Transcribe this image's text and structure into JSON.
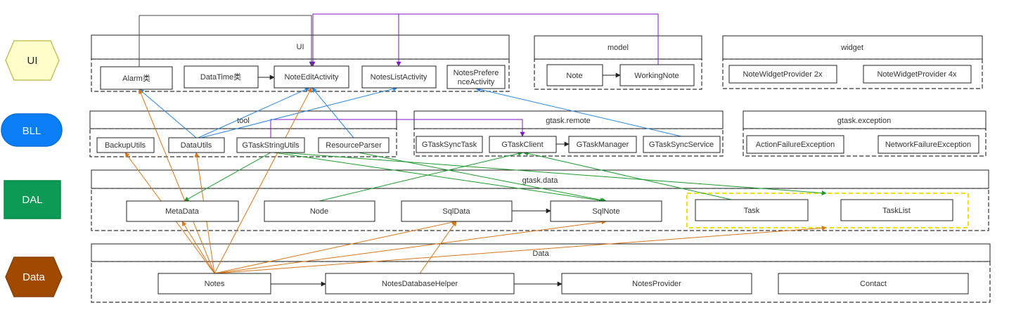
{
  "layers": [
    {
      "id": "ui",
      "label": "UI",
      "fill": "#ffffcc",
      "stroke": "#c8c25a",
      "text": "#222222",
      "shape": "hexagon"
    },
    {
      "id": "bll",
      "label": "BLL",
      "fill": "#0a7ff5",
      "stroke": "#0a6fd8",
      "text": "#ffffff",
      "shape": "rounded"
    },
    {
      "id": "dal",
      "label": "DAL",
      "fill": "#0d9a55",
      "stroke": "#0b8a4a",
      "text": "#ffffff",
      "shape": "rect"
    },
    {
      "id": "data",
      "label": "Data",
      "fill": "#a04a00",
      "stroke": "#8a3f00",
      "text": "#ffffff",
      "shape": "hexagon"
    }
  ],
  "packages": [
    {
      "id": "ui",
      "title": "UI"
    },
    {
      "id": "model",
      "title": "model"
    },
    {
      "id": "widget",
      "title": "widget"
    },
    {
      "id": "tool",
      "title": "tool"
    },
    {
      "id": "gtask_remote",
      "title": "gtask.remote"
    },
    {
      "id": "gtask_exception",
      "title": "gtask.exception"
    },
    {
      "id": "gtask_data",
      "title": "gtask.data"
    },
    {
      "id": "data",
      "title": "Data"
    }
  ],
  "nodes": [
    {
      "id": "alarm",
      "label": "Alarm类"
    },
    {
      "id": "datatime",
      "label": "DataTime类"
    },
    {
      "id": "noteedit",
      "label": "NoteEditActivity"
    },
    {
      "id": "noteslist",
      "label": "NotesListActivity"
    },
    {
      "id": "notespref",
      "label": "NotesPreferenceActivity",
      "lines": [
        "NotesPrefere",
        "nceActivity"
      ]
    },
    {
      "id": "note",
      "label": "Note"
    },
    {
      "id": "workingnote",
      "label": "WorkingNote"
    },
    {
      "id": "widget2x",
      "label": "NoteWidgetProvider 2x"
    },
    {
      "id": "widget4x",
      "label": "NoteWidgetProvider 4x"
    },
    {
      "id": "backup",
      "label": "BackupUtils"
    },
    {
      "id": "datautils",
      "label": "DataUtils"
    },
    {
      "id": "gtaskstr",
      "label": "GTaskStringUtils"
    },
    {
      "id": "resparser",
      "label": "ResourceParser"
    },
    {
      "id": "synctask",
      "label": "GTaskSyncTask"
    },
    {
      "id": "gtaskclient",
      "label": "GTaskClient"
    },
    {
      "id": "gtaskmgr",
      "label": "GTaskManager"
    },
    {
      "id": "syncservice",
      "label": "GTaskSyncService"
    },
    {
      "id": "actionfail",
      "label": "ActionFailureException"
    },
    {
      "id": "netfail",
      "label": "NetworkFailureException"
    },
    {
      "id": "metadata",
      "label": "MetaData"
    },
    {
      "id": "node",
      "label": "Node"
    },
    {
      "id": "sqldata",
      "label": "SqlData"
    },
    {
      "id": "sqlnote",
      "label": "SqlNote"
    },
    {
      "id": "task",
      "label": "Task"
    },
    {
      "id": "tasklist",
      "label": "TaskList"
    },
    {
      "id": "notes",
      "label": "Notes"
    },
    {
      "id": "dbhelper",
      "label": "NotesDatabaseHelper"
    },
    {
      "id": "provider",
      "label": "NotesProvider"
    },
    {
      "id": "contact",
      "label": "Contact"
    }
  ],
  "edges": [
    {
      "from": "datatime",
      "to": "noteedit",
      "color": "#222222"
    },
    {
      "from": "note",
      "to": "workingnote",
      "color": "#222222"
    },
    {
      "from": "gtaskclient",
      "to": "gtaskmgr",
      "color": "#222222"
    },
    {
      "from": "sqldata",
      "to": "sqlnote",
      "color": "#222222"
    },
    {
      "from": "notes",
      "to": "dbhelper",
      "color": "#222222"
    },
    {
      "from": "dbhelper",
      "to": "provider",
      "color": "#222222"
    },
    {
      "from": "alarm",
      "to": "noteedit",
      "color": "#444444"
    },
    {
      "from": "workingnote",
      "to": "noteedit",
      "color": "#7b16c9"
    },
    {
      "from": "workingnote",
      "to": "noteslist",
      "color": "#7b16c9"
    },
    {
      "from": "gtaskstr",
      "to": "gtaskclient",
      "color": "#7b16c9"
    },
    {
      "from": "datautils",
      "to": "alarm",
      "color": "#2b87e0"
    },
    {
      "from": "datautils",
      "to": "noteedit",
      "color": "#2b87e0"
    },
    {
      "from": "datautils",
      "to": "noteslist",
      "color": "#2b87e0"
    },
    {
      "from": "resparser",
      "to": "noteedit",
      "color": "#2b87e0"
    },
    {
      "from": "syncservice",
      "to": "notespref",
      "color": "#2b87e0"
    },
    {
      "from": "gtaskstr",
      "to": "metadata",
      "color": "#1c9a2c"
    },
    {
      "from": "gtaskstr",
      "to": "sqlnote",
      "color": "#1c9a2c"
    },
    {
      "from": "gtaskstr",
      "to": "tasklist",
      "color": "#1c9a2c"
    },
    {
      "from": "resparser",
      "to": "sqlnote",
      "color": "#1c9a2c"
    },
    {
      "from": "node",
      "to": "gtaskclient",
      "color": "#1c9a2c"
    },
    {
      "from": "task",
      "to": "gtaskclient",
      "color": "#1c9a2c"
    },
    {
      "from": "notes",
      "to": "alarm",
      "color": "#d9771a"
    },
    {
      "from": "notes",
      "to": "noteedit",
      "color": "#d9771a"
    },
    {
      "from": "notes",
      "to": "backup",
      "color": "#d9771a"
    },
    {
      "from": "notes",
      "to": "datautils",
      "color": "#d9771a"
    },
    {
      "from": "notes",
      "to": "metadata",
      "color": "#d9771a"
    },
    {
      "from": "notes",
      "to": "sqldata",
      "color": "#d9771a"
    },
    {
      "from": "notes",
      "to": "sqlnote",
      "color": "#d9771a"
    },
    {
      "from": "notes",
      "to": "tasklist",
      "color": "#d9771a"
    },
    {
      "from": "dbhelper",
      "to": "sqldata",
      "color": "#d9771a"
    }
  ]
}
